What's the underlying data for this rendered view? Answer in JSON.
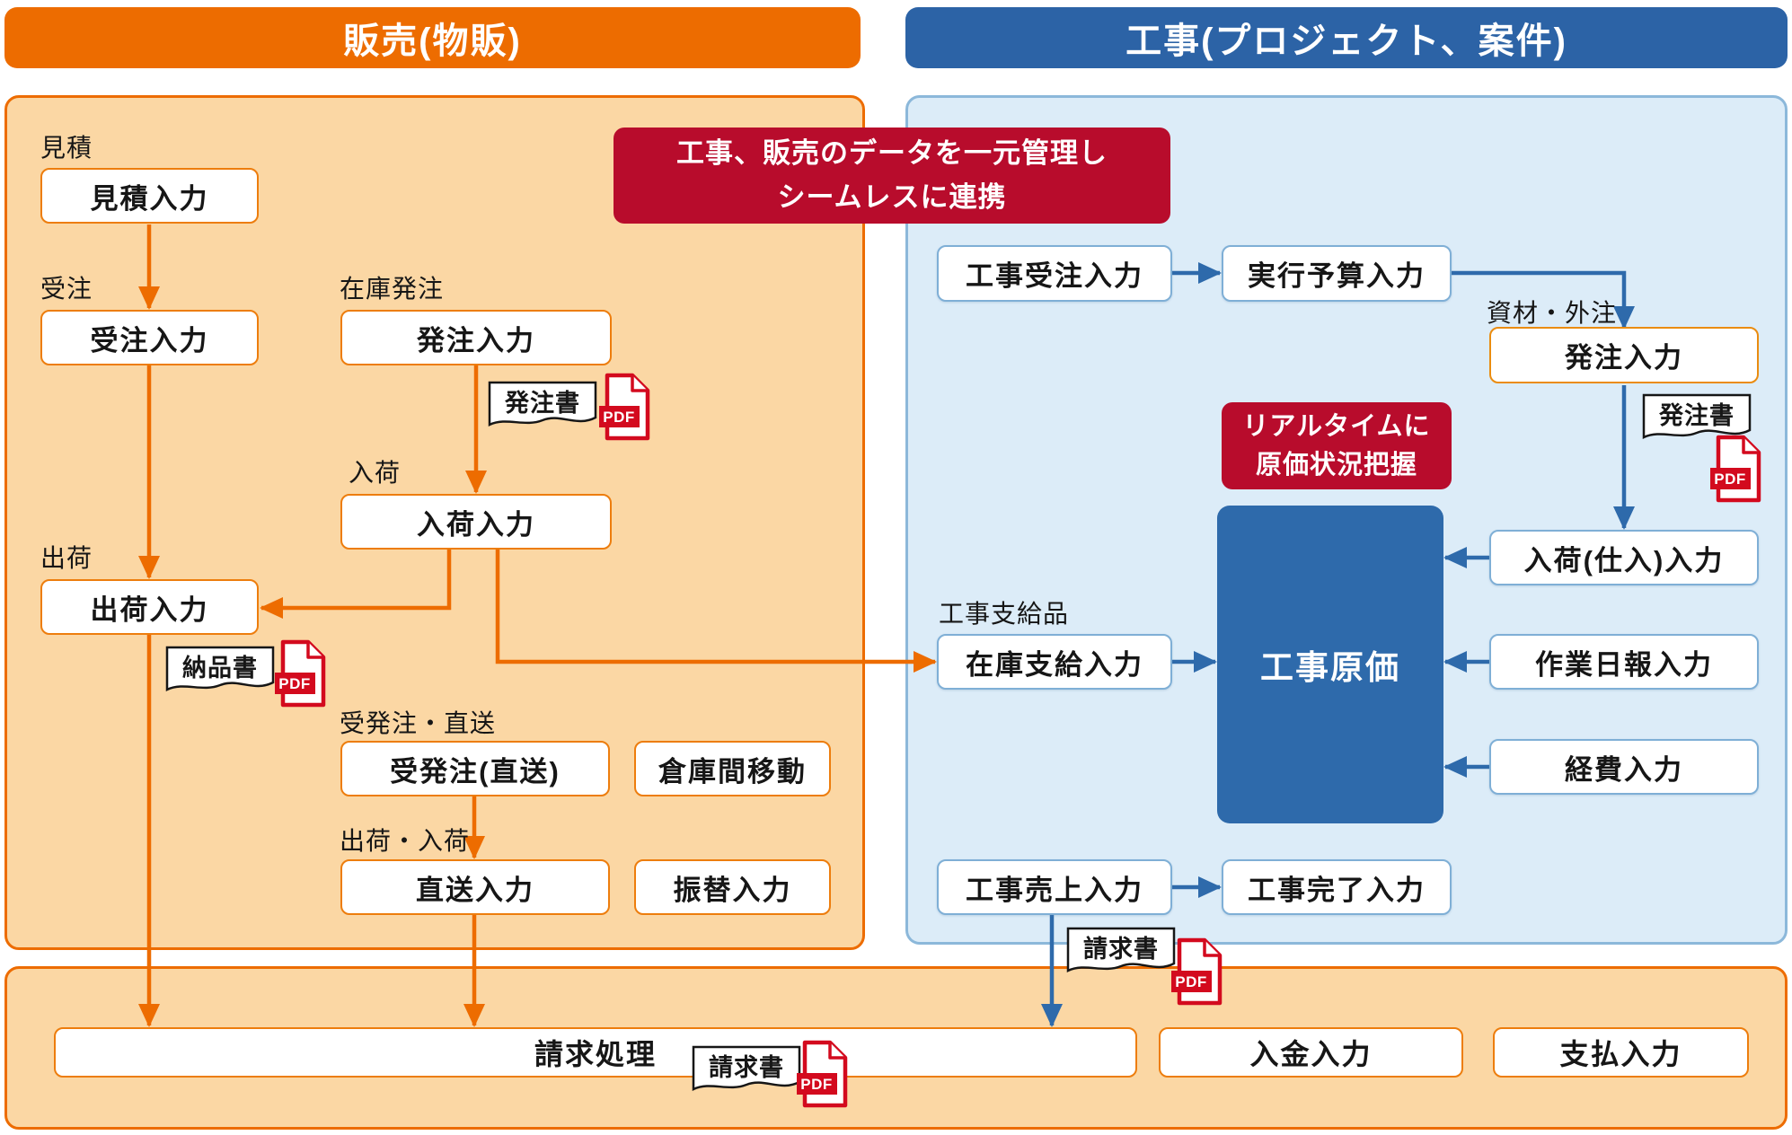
{
  "colors": {
    "orange": "#ed6c00",
    "orange_panel_bg": "#fbd7a4",
    "orange_box_border": "#ed7d0d",
    "blue": "#2c63a6",
    "blue_box": "#2e6aab",
    "blue_panel_bg": "#dcecf8",
    "blue_panel_border": "#8cb8da",
    "blue_box_border": "#7fafd6",
    "red_banner": "#b80c2c",
    "pdf_red": "#d30a1e"
  },
  "sales": {
    "header": "販売(物販)",
    "labels": {
      "mitsumori": "見積",
      "juchu": "受注",
      "zaiko_hachu": "在庫発注",
      "nyuka": "入荷",
      "shukka": "出荷",
      "juhachu_chokusou": "受発注・直送",
      "shukka_nyuka": "出荷・入荷"
    },
    "boxes": {
      "mitsumori": "見積入力",
      "juchu": "受注入力",
      "hachu": "発注入力",
      "nyuka": "入荷入力",
      "shukka": "出荷入力",
      "juhachu": "受発注(直送)",
      "soko_ido": "倉庫間移動",
      "chokusou": "直送入力",
      "furikae": "振替入力"
    },
    "tags": {
      "hachusho": "発注書",
      "nohinsho": "納品書"
    }
  },
  "banner": {
    "line1": "工事、販売のデータを一元管理し",
    "line2": "シームレスに連携"
  },
  "construction": {
    "header": "工事(プロジェクト、案件)",
    "labels": {
      "shizai_gaichu": "資材・外注",
      "koji_shikyuhin": "工事支給品"
    },
    "boxes": {
      "koji_juchu": "工事受注入力",
      "jikko_yosan": "実行予算入力",
      "hachu": "発注入力",
      "nyuka_shiire": "入荷(仕入)入力",
      "sagyo_nippo": "作業日報入力",
      "keihi": "経費入力",
      "zaiko_shikyu": "在庫支給入力",
      "koji_uriage": "工事売上入力",
      "koji_kanryo": "工事完了入力"
    },
    "cost_box": "工事原価",
    "highlight": {
      "line1": "リアルタイムに",
      "line2": "原価状況把握"
    },
    "tags": {
      "hachusho": "発注書",
      "seikyusho": "請求書"
    }
  },
  "bottom": {
    "boxes": {
      "seikyu_shori": "請求処理",
      "nyukin": "入金入力",
      "shiharai": "支払入力"
    },
    "tags": {
      "seikyusho": "請求書"
    }
  },
  "pdf_badge": "PDF"
}
